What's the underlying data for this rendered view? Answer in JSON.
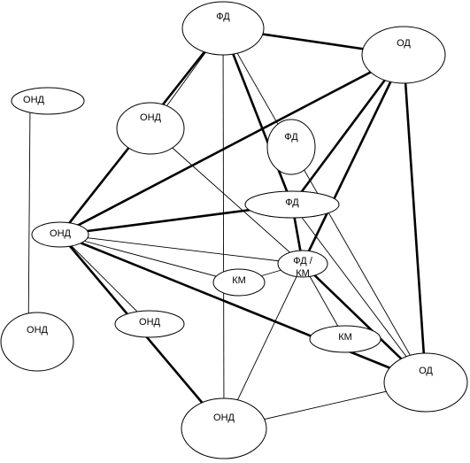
{
  "nodes": {
    "fd_top": "ФД",
    "od_top_right": "ОД",
    "ond_top_left": "ОНД",
    "ond_upper": "ОНД",
    "fd_small": "ФД",
    "fd_center": "ФД",
    "ond_hub": "ОНД",
    "fd_km_line1": "ФД /",
    "fd_km_line2": "КМ",
    "km_left": "КМ",
    "ond_lower_mid": "ОНД",
    "km_right": "КМ",
    "ond_bottom_left": "ОНД",
    "od_bottom_right": "ОД",
    "ond_bottom": "ОНД"
  },
  "edges": [
    {
      "from": "fd_top",
      "to": "od_top_right",
      "weight": "thick"
    },
    {
      "from": "fd_top",
      "to": "ond_hub",
      "weight": "thick"
    },
    {
      "from": "fd_top",
      "to": "ond_upper",
      "weight": "thin"
    },
    {
      "from": "fd_top",
      "to": "fd_center",
      "weight": "thick"
    },
    {
      "from": "fd_top",
      "to": "od_bottom_right",
      "weight": "thin"
    },
    {
      "from": "fd_top",
      "to": "ond_bottom",
      "weight": "thin"
    },
    {
      "from": "od_top_right",
      "to": "ond_hub",
      "weight": "thick"
    },
    {
      "from": "od_top_right",
      "to": "fd_center",
      "weight": "thick"
    },
    {
      "from": "od_top_right",
      "to": "fd_km",
      "weight": "thick"
    },
    {
      "from": "od_top_right",
      "to": "od_bottom_right",
      "weight": "thick"
    },
    {
      "from": "ond_top_left",
      "to": "ond_bottom_left",
      "weight": "thin"
    },
    {
      "from": "ond_upper",
      "to": "fd_km",
      "weight": "thin"
    },
    {
      "from": "fd_center",
      "to": "ond_hub",
      "weight": "thick"
    },
    {
      "from": "fd_center",
      "to": "fd_km",
      "weight": "thick"
    },
    {
      "from": "fd_center",
      "to": "od_bottom_right",
      "weight": "thin"
    },
    {
      "from": "ond_hub",
      "to": "fd_km",
      "weight": "thin"
    },
    {
      "from": "ond_hub",
      "to": "km_left",
      "weight": "thin"
    },
    {
      "from": "ond_hub",
      "to": "ond_lower_mid",
      "weight": "thin"
    },
    {
      "from": "ond_hub",
      "to": "od_bottom_right",
      "weight": "thick"
    },
    {
      "from": "ond_hub",
      "to": "ond_bottom",
      "weight": "thick"
    },
    {
      "from": "fd_km",
      "to": "km_left",
      "weight": "thin"
    },
    {
      "from": "fd_km",
      "to": "km_right",
      "weight": "thin"
    },
    {
      "from": "fd_km",
      "to": "od_bottom_right",
      "weight": "thick"
    },
    {
      "from": "fd_km",
      "to": "ond_bottom",
      "weight": "thin"
    },
    {
      "from": "od_bottom_right",
      "to": "ond_bottom",
      "weight": "thin"
    }
  ]
}
